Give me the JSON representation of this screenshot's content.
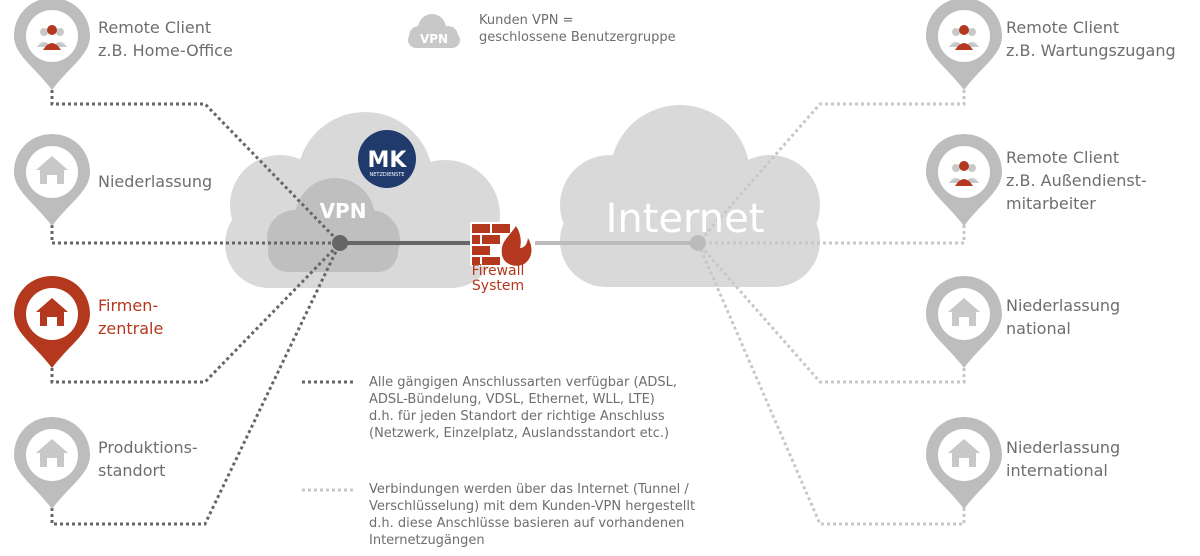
{
  "legend": {
    "vpn_badge": "VPN",
    "line1": "Kunden VPN =",
    "line2": "geschlossene Benutzergruppe"
  },
  "logo": {
    "main": "MK",
    "sub": "NETZDIENSTE"
  },
  "clouds": {
    "vpn_label": "VPN",
    "internet_label": "Internet"
  },
  "firewall": {
    "line1": "Firewall",
    "line2": "System"
  },
  "left_nodes": [
    {
      "lines": [
        "Remote Client",
        "z.B. Home-Office"
      ],
      "icon": "people-icon"
    },
    {
      "lines": [
        "Niederlassung"
      ],
      "icon": "house-icon"
    },
    {
      "lines": [
        "Firmen-",
        "zentrale"
      ],
      "icon": "house-icon",
      "highlight": true
    },
    {
      "lines": [
        "Produktions-",
        "standort"
      ],
      "icon": "house-icon"
    }
  ],
  "right_nodes": [
    {
      "lines": [
        "Remote Client",
        "z.B. Wartungszugang"
      ],
      "icon": "people-icon"
    },
    {
      "lines": [
        "Remote Client",
        "z.B. Außendienst-",
        "mitarbeiter"
      ],
      "icon": "people-icon"
    },
    {
      "lines": [
        "Niederlassung",
        "national"
      ],
      "icon": "house-icon"
    },
    {
      "lines": [
        "Niederlassung",
        "international"
      ],
      "icon": "house-icon"
    }
  ],
  "notes": {
    "dark": [
      "Alle gängigen Anschlussarten verfügbar (ADSL,",
      "ADSL-Bündelung, VDSL, Ethernet, WLL, LTE)",
      "d.h. für jeden Standort der richtige Anschluss",
      "(Netzwerk, Einzelplatz, Auslandsstandort etc.)"
    ],
    "light": [
      "Verbindungen werden über das Internet (Tunnel /",
      "Verschlüsselung) mit dem Kunden-VPN hergestellt",
      "d.h. diese Anschlüsse basieren auf vorhandenen",
      "Internetzugängen"
    ]
  },
  "colors": {
    "accent": "#b3381d",
    "pin_grey": "#bdbdbd",
    "dark_line": "#666666",
    "light_line": "#c8c8c8",
    "cloud": "#d9d9d9",
    "logo_bg": "#1f3a6b"
  }
}
